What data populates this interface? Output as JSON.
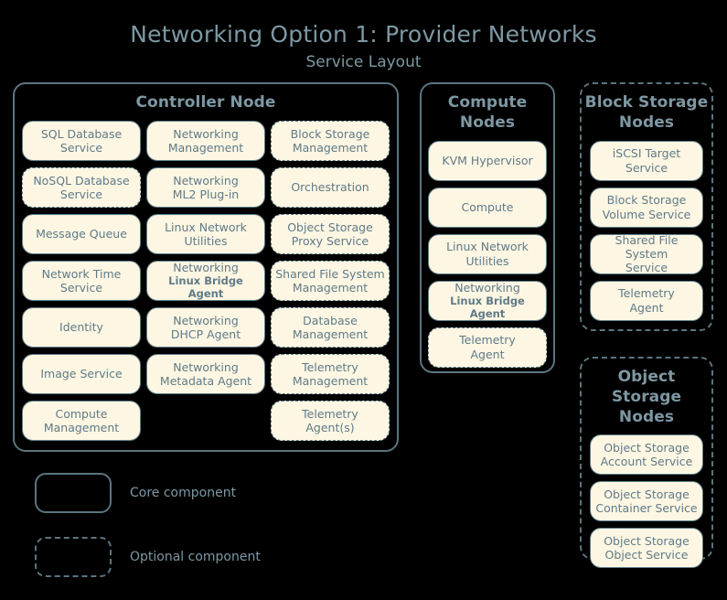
{
  "title": "Networking Option 1: Provider Networks",
  "subtitle": "Service Layout",
  "colors": {
    "background": "#000000",
    "box_fill": "#fdf6e3",
    "box_border": "#60808c",
    "container_border": "#5b757f",
    "text": "#5f7b88",
    "heading": "#7d98a3"
  },
  "groups": [
    {
      "id": "controller-node",
      "title": "Controller Node",
      "optional": false,
      "columns": [
        [
          {
            "lines": [
              "SQL Database",
              "Service"
            ],
            "optional": false
          },
          {
            "lines": [
              "NoSQL Database",
              "Service"
            ],
            "optional": true
          },
          {
            "lines": [
              "Message Queue"
            ],
            "optional": false
          },
          {
            "lines": [
              "Network Time",
              "Service"
            ],
            "optional": false
          },
          {
            "lines": [
              "Identity"
            ],
            "optional": false
          },
          {
            "lines": [
              "Image Service"
            ],
            "optional": false
          },
          {
            "lines": [
              "Compute",
              "Management"
            ],
            "optional": false
          }
        ],
        [
          {
            "lines": [
              "Networking",
              "Management"
            ],
            "optional": false
          },
          {
            "lines": [
              "Networking",
              "ML2 Plug-in"
            ],
            "optional": false
          },
          {
            "lines": [
              "Linux Network",
              "Utilities"
            ],
            "optional": false
          },
          {
            "lines": [
              "Networking",
              "Linux Bridge Agent"
            ],
            "optional": false,
            "bold_second": true
          },
          {
            "lines": [
              "Networking",
              "DHCP Agent"
            ],
            "optional": false
          },
          {
            "lines": [
              "Networking",
              "Metadata Agent"
            ],
            "optional": false
          },
          {
            "spacer": true
          }
        ],
        [
          {
            "lines": [
              "Block Storage",
              "Management"
            ],
            "optional": true
          },
          {
            "lines": [
              "Orchestration"
            ],
            "optional": true
          },
          {
            "lines": [
              "Object Storage",
              "Proxy Service"
            ],
            "optional": true
          },
          {
            "lines": [
              "Shared File System",
              "Management"
            ],
            "optional": true
          },
          {
            "lines": [
              "Database",
              "Management"
            ],
            "optional": true
          },
          {
            "lines": [
              "Telemetry",
              "Management"
            ],
            "optional": true
          },
          {
            "lines": [
              "Telemetry",
              "Agent(s)"
            ],
            "optional": true
          }
        ]
      ]
    },
    {
      "id": "compute-nodes",
      "title": "Compute Nodes",
      "optional": false,
      "items": [
        {
          "lines": [
            "KVM Hypervisor"
          ],
          "optional": false
        },
        {
          "lines": [
            "Compute"
          ],
          "optional": false
        },
        {
          "lines": [
            "Linux Network",
            "Utilities"
          ],
          "optional": false
        },
        {
          "lines": [
            "Networking",
            "Linux Bridge Agent"
          ],
          "optional": false,
          "bold_second": true
        },
        {
          "lines": [
            "Telemetry",
            "Agent"
          ],
          "optional": true
        }
      ]
    },
    {
      "id": "block-storage-nodes",
      "title": "Block Storage Nodes",
      "optional": true,
      "items": [
        {
          "lines": [
            "iSCSI Target",
            "Service"
          ],
          "optional": false
        },
        {
          "lines": [
            "Block Storage",
            "Volume Service"
          ],
          "optional": false
        },
        {
          "lines": [
            "Shared File System",
            "Service"
          ],
          "optional": false
        },
        {
          "lines": [
            "Telemetry",
            "Agent"
          ],
          "optional": false
        }
      ]
    },
    {
      "id": "object-storage-nodes",
      "title": "Object Storage Nodes",
      "optional": true,
      "items": [
        {
          "lines": [
            "Object Storage",
            "Account Service"
          ],
          "optional": false
        },
        {
          "lines": [
            "Object Storage",
            "Container Service"
          ],
          "optional": false
        },
        {
          "lines": [
            "Object Storage",
            "Object Service"
          ],
          "optional": false
        }
      ]
    }
  ],
  "legend": [
    {
      "label": "Core component",
      "style": "solid"
    },
    {
      "label": "Optional component",
      "style": "dashed"
    }
  ]
}
